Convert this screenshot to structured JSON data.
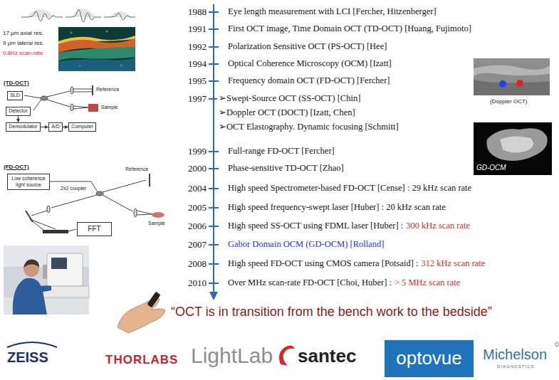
{
  "diagram": {
    "nodes": [
      {
        "text": [
          "SLD"
        ]
      },
      {
        "text": [
          "Detector"
        ]
      },
      {
        "text": [
          "Demodulator"
        ]
      },
      {
        "text": [
          "A/D"
        ]
      },
      {
        "text": [
          "Computer"
        ]
      },
      {
        "text": [
          "Low coherence light source"
        ]
      },
      {
        "text": [
          "FFT"
        ]
      },
      {
        "text": [
          "optovue"
        ]
      }
    ],
    "edges": [
      {
        "from": 1,
        "to": 2,
        "arrow": "to"
      },
      {
        "from": 2,
        "to": 3,
        "arrow": "to"
      },
      {
        "from": 3,
        "to": 4,
        "arrow": "to"
      }
    ],
    "labels": [
      "1988",
      "Eye length measurement with LCI [Fercher, Hitzenberger]",
      "1991",
      "First OCT image, Time Domain OCT (TD-OCT) [Huang, Fujimoto]",
      "1992",
      "Polarization Sensitive OCT (PS-OCT) [Hee]",
      "1994",
      "Optical Coherence Microscopy (OCM) [Izatt]",
      "1995",
      "Frequency domain OCT (FD-OCT) [Fercher]",
      "1997",
      "➢Swept-Source OCT (SS-OCT) [Chin]",
      "➢Doppler OCT (DOCT) [Izatt, Chen]",
      "➢OCT Elastography. Dynamic focusing [Schmitt]",
      "1999",
      "Full-range FD-OCT [Fercher]",
      "2000",
      "Phase-sensitive TD-OCT [Zhao]",
      "2004",
      "High speed Spectrometer-based FD-OCT [Cense] : 29 kHz scan rate",
      "2005",
      "High speed frequency-swept laser [Huber] : 20 kHz scan rate",
      "2006",
      "High speed SS-OCT using FDML laser [Huber] :",
      "300 kHz scan rate",
      "2007",
      "Gabor Domain OCM (GD-OCM) [Rolland]",
      "2008",
      "High speed FD-OCT using CMOS camera [Potsaid] :",
      "312 kHz scan rate",
      "2010",
      "Over MHz scan-rate FD-OCT [Choi, Huber] :",
      "> 5 MHz scan rate",
      "17 μm axial res.",
      "9 μm lateral res.",
      "0.8Hz scan-rate",
      "(TD-OCT)",
      "Reference",
      "Sample",
      "(FD-OCT)",
      "2x2 coupler",
      "Reference",
      "Sample",
      "(Doppler OCT)",
      "GD-OCM",
      "“OCT is in transition from the bench work to the bedside”",
      "ZEISS",
      "THORLABS",
      "LightLab",
      "santec",
      "Michelson",
      "DIAGNOSTICS"
    ]
  }
}
